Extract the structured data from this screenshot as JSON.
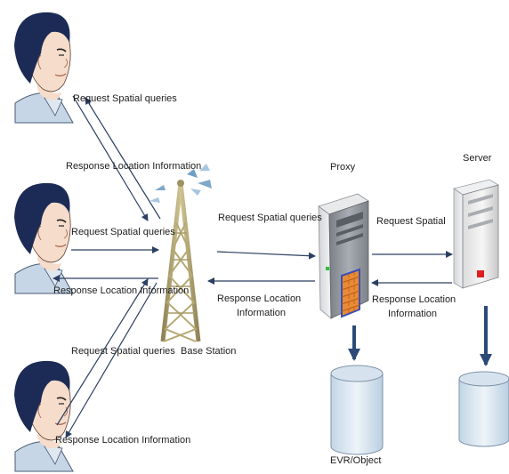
{
  "labels": {
    "u1_request": "Request Spatial queries",
    "u2_response_top": "Response Location Information",
    "u2_request": "Request Spatial queries",
    "u2_response": "Response Location Information",
    "u3_request": "Request Spatial queries",
    "u3_response": "Response Location Information",
    "bs_request": "Request Spatial queries",
    "bs_response_line1": "Response Location",
    "bs_response_line2": "Information",
    "proxy_request": "Request Spatial",
    "proxy_response_line1": "Response Location",
    "proxy_response_line2": "Information"
  },
  "nodes": {
    "base_station": "Base Station",
    "proxy": "Proxy",
    "server": "Server",
    "db_proxy": "EVR/Object"
  },
  "icons": {
    "user": "user-avatar-icon",
    "tower": "antenna-tower-icon",
    "proxy": "proxy-server-icon",
    "server": "server-icon",
    "database": "database-cylinder-icon",
    "firewall": "firewall-icon"
  },
  "colors": {
    "arrow": "#2b3f62",
    "hair": "#1c2b55",
    "skin": "#f6dccb",
    "shirt": "#c7d6e6",
    "server_led": "#e02020",
    "firewall": "#e98a36",
    "tower": "#b5a974"
  }
}
